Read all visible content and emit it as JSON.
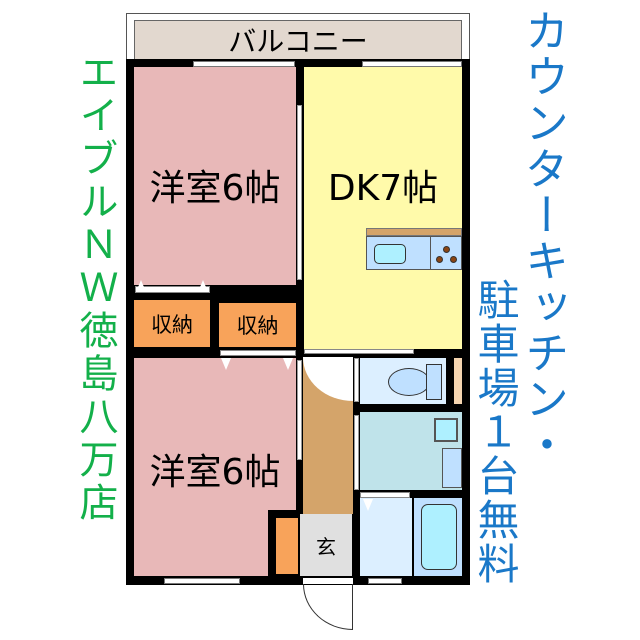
{
  "balcony": {
    "label": "バルコニー",
    "color": "#e2d8cf"
  },
  "rooms": {
    "western_top": {
      "label": "洋室6帖",
      "color": "#e8b8b8"
    },
    "western_bottom": {
      "label": "洋室6帖",
      "color": "#e8b8b8"
    },
    "dk": {
      "label": "DK7帖",
      "color": "#fffaaa"
    },
    "storage_left": {
      "label": "収納",
      "color": "#f8a35a"
    },
    "storage_right": {
      "label": "収納",
      "color": "#f8a35a"
    },
    "entrance": {
      "label": "玄",
      "color": "#e0e0e0"
    },
    "hallway": {
      "color": "#d4a46a"
    },
    "toilet": {
      "color": "#dcefff"
    },
    "washroom": {
      "color": "#bfe3ea"
    },
    "dressing": {
      "color": "#dcefff"
    },
    "bath": {
      "color": "#bfe0ff"
    }
  },
  "side_text": {
    "left": {
      "text": "エイブルＮＷ徳島八万店",
      "color": "#13b04a"
    },
    "right_col1": {
      "text": "カウンターキッチン・",
      "color": "#1a78c8"
    },
    "right_col2": {
      "text": "駐車場１台無料",
      "color": "#1a78c8"
    }
  }
}
